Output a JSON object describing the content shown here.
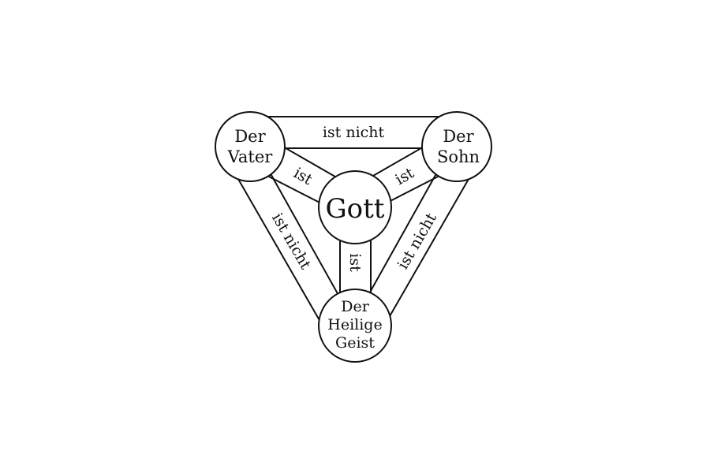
{
  "nodes": {
    "father": [
      "Der",
      "Vater"
    ],
    "son": [
      "Der",
      "Sohn"
    ],
    "god": "Gott",
    "spirit": [
      "Der",
      "Heilige",
      "Geist"
    ]
  },
  "links": {
    "father_son": "ist nicht",
    "father_spirit": "ist nicht",
    "son_spirit": "ist nicht",
    "father_god": "ist",
    "son_god": "ist",
    "spirit_god": "ist"
  }
}
